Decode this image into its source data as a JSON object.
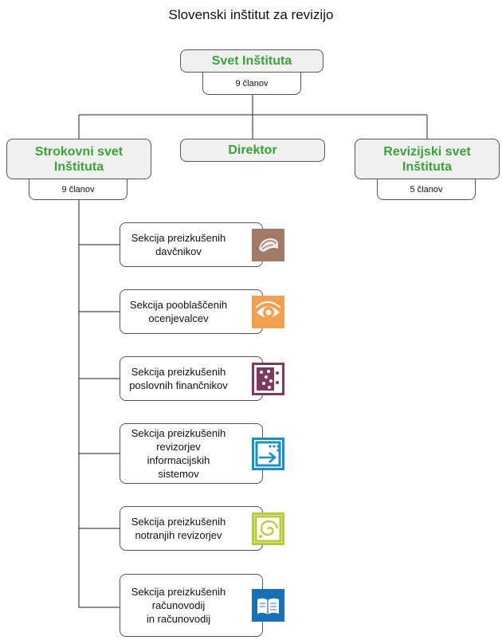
{
  "title": "Slovenski inštitut za revizijo",
  "council": {
    "name": "Svet Inštituta",
    "members": "9 članov"
  },
  "professional_council": {
    "name": "Strokovni svet\nInštituta",
    "members": "9 članov"
  },
  "director": {
    "name": "Direktor"
  },
  "audit_council": {
    "name": "Revizijski svet\nInštituta",
    "members": "5 članov"
  },
  "sections": [
    {
      "label": "Sekcija preizkušenih\ndavčnikov",
      "icon": "tax-advisors-logo-icon",
      "color": "#a07a66"
    },
    {
      "label": "Sekcija pooblaščenih\nocenjevalcev",
      "icon": "eye-logo-icon",
      "color": "#f0a050"
    },
    {
      "label": "Sekcija preizkušenih\nposlovnih finančnikov",
      "icon": "dots-logo-icon",
      "color": "#7d3a60"
    },
    {
      "label": "Sekcija preizkušenih\nrevizorjev informacijskih\nsistemov",
      "icon": "arrow-logo-icon",
      "color": "#1a90c8"
    },
    {
      "label": "Sekcija preizkušenih\nnotranjih revizorjev",
      "icon": "spiral-logo-icon",
      "color": "#b8cc3a"
    },
    {
      "label": "Sekcija preizkušenih\nračunovodij\nin računovodij",
      "icon": "book-logo-icon",
      "color": "#1a70b8"
    }
  ]
}
